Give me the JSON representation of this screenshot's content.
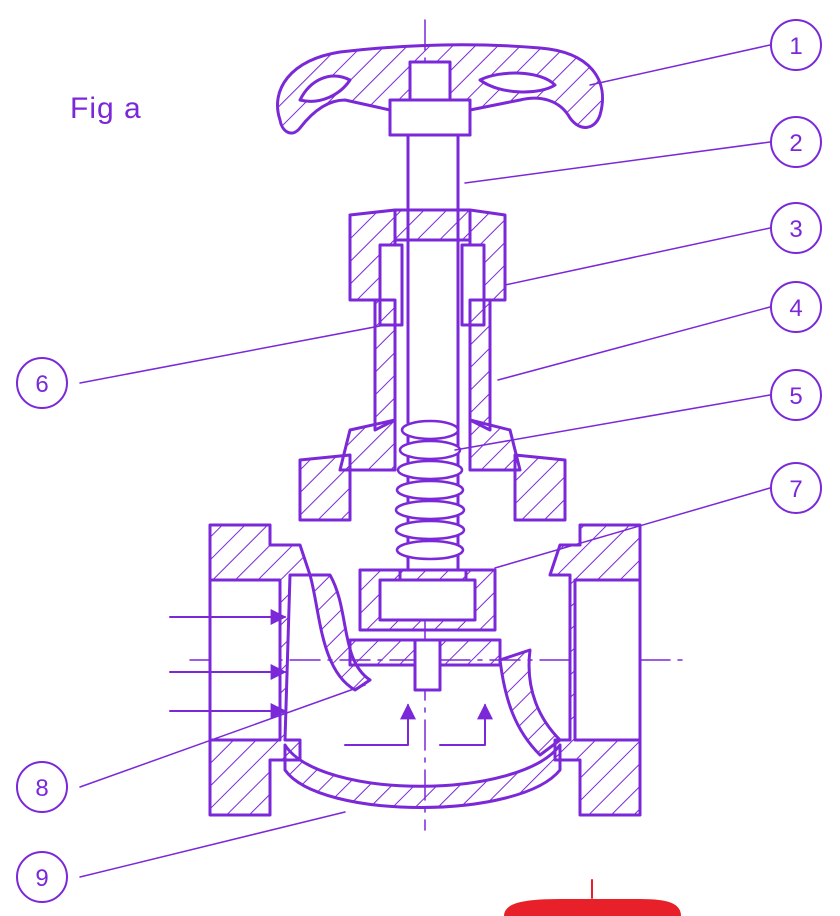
{
  "figure": {
    "label": "Fig a"
  },
  "callouts": [
    {
      "id": "1",
      "label": "1"
    },
    {
      "id": "2",
      "label": "2"
    },
    {
      "id": "3",
      "label": "3"
    },
    {
      "id": "4",
      "label": "4"
    },
    {
      "id": "5",
      "label": "5"
    },
    {
      "id": "6",
      "label": "6"
    },
    {
      "id": "7",
      "label": "7"
    },
    {
      "id": "8",
      "label": "8"
    },
    {
      "id": "9",
      "label": "9"
    }
  ],
  "colors": {
    "line": "#7a28d8",
    "accent_red": "#e8202a",
    "background": "#ffffff"
  }
}
